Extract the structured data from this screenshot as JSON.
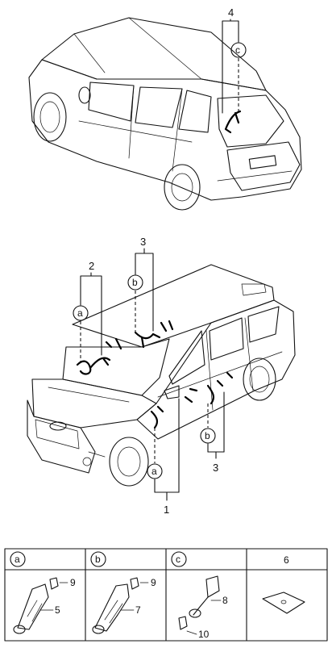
{
  "top_vehicle": {
    "callouts": [
      {
        "id": "4",
        "text": "4"
      },
      {
        "id": "c",
        "text": "c"
      }
    ]
  },
  "main_vehicle": {
    "callouts": [
      {
        "id": "2",
        "text": "2"
      },
      {
        "id": "3-top",
        "text": "3"
      },
      {
        "id": "a-top",
        "text": "a"
      },
      {
        "id": "b-top",
        "text": "b"
      },
      {
        "id": "b-side",
        "text": "b"
      },
      {
        "id": "3-bottom",
        "text": "3"
      },
      {
        "id": "a-bottom",
        "text": "a"
      },
      {
        "id": "1",
        "text": "1"
      }
    ]
  },
  "legend_table": {
    "headers": [
      {
        "circled": true,
        "text": "a"
      },
      {
        "circled": true,
        "text": "b"
      },
      {
        "circled": true,
        "text": "c"
      },
      {
        "circled": false,
        "text": "6"
      }
    ],
    "cells": [
      {
        "labels": [
          "9",
          "5"
        ]
      },
      {
        "labels": [
          "9",
          "7"
        ]
      },
      {
        "labels": [
          "8",
          "10"
        ]
      },
      {
        "labels": []
      }
    ]
  }
}
